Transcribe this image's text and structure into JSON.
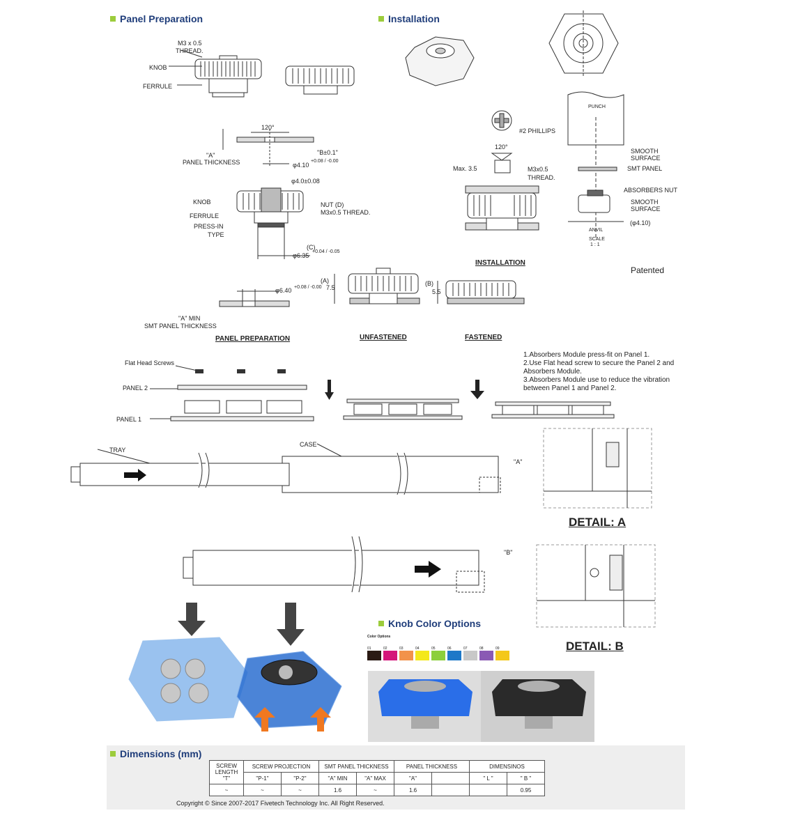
{
  "sections": {
    "panel_prep": "Panel Preparation",
    "installation": "Installation",
    "knob_colors": "Knob Color Options",
    "dimensions": "Dimensions (mm)"
  },
  "labels": {
    "m3_thread": "M3 x 0.5",
    "thread": "THREAD.",
    "knob": "KNOB",
    "ferrule": "FERRULE",
    "angle_120": "120°",
    "a_label": "\"A\"",
    "panel_thickness": "PANEL THICKNESS",
    "b_tol": "\"B±0.1\"",
    "phi410": "φ4.10",
    "phi410_tol": "+0.08 / -0.00",
    "phi40": "φ4.0±0.08",
    "nut_d": "NUT (D)",
    "m3_thread2": "M3x0.5 THREAD.",
    "press_in": "PRESS-IN",
    "type": "TYPE",
    "c_label": "(C)",
    "phi635": "φ6.35",
    "phi635_tol": "+0.04 / -0.05",
    "phi640": "φ6.40",
    "phi640_tol": "+0.08 / -0.00",
    "a_min": "\"A\" MIN",
    "smt_panel_thickness": "SMT PANEL THICKNESS",
    "panel_preparation": "PANEL PREPARATION",
    "unfastened": "UNFASTENED",
    "fastened": "FASTENED",
    "a_dim": "(A)",
    "a_val": "7.5",
    "b_dim": "(B)",
    "b_val": "5.5",
    "phillips": "#2 PHILLIPS",
    "max35": "Max. 3.5",
    "m3x05": "M3x0.5",
    "thread2": "THREAD.",
    "punch": "PUNCH",
    "smooth_surface": "SMOOTH",
    "surface": "SURFACE",
    "smt_panel": "SMT PANEL",
    "absorbers_nut": "ABSORBERS NUT",
    "smooth2": "SMOOTH",
    "surface2": "SURFACE",
    "phi410b": "(φ4.10)",
    "anvil": "ANVIL",
    "scale": "SCALE",
    "scale_val": "1 : 1",
    "installation_u": "INSTALLATION",
    "patented": "Patented",
    "flat_head": "Flat Head Screws",
    "panel2": "PANEL 2",
    "panel1": "PANEL 1",
    "tray": "TRAY",
    "case": "CASE",
    "a_callout": "\"A\"",
    "b_callout": "\"B\"",
    "detail_a": "DETAIL: A",
    "detail_b": "DETAIL: B",
    "color_options": "Color Options"
  },
  "notes": [
    "1.Absorbers Module press-fit on Panel 1.",
    "2.Use Flat head screw  to secure the Panel 2 and",
    "   Absorbers Module.",
    "3.Absorbers Module use to reduce the vibration",
    "   between Panel 1 and Panel 2."
  ],
  "swatches": [
    {
      "num": "01",
      "color": "#2a1a14"
    },
    {
      "num": "02",
      "color": "#d4157a"
    },
    {
      "num": "03",
      "color": "#f2924a"
    },
    {
      "num": "04",
      "color": "#f4e81a"
    },
    {
      "num": "05",
      "color": "#8ccf3c"
    },
    {
      "num": "06",
      "color": "#1e78c8"
    },
    {
      "num": "07",
      "color": "#c8c8c8"
    },
    {
      "num": "08",
      "color": "#8a5ab4"
    },
    {
      "num": "09",
      "color": "#f4c81a"
    }
  ],
  "table": {
    "h1": [
      "SCREW LENGTH \"T\"",
      "SCREW PROJECTION",
      "SMT PANEL THICKNESS",
      "PANEL THICKNESS",
      "DIMENSINOS"
    ],
    "h2": [
      "\"P-1\"",
      "\"P-2\"",
      "\"A\" MIN",
      "\"A\" MAX",
      "\"A\"",
      "",
      "\" L \"",
      "\" B \""
    ],
    "row": [
      "~",
      "~",
      "~",
      "1.6",
      "~",
      "1.6",
      "",
      "",
      "0.95"
    ]
  },
  "copyright": "Copyright © Since 2007-2017 Fivetech Technology Inc. All Right Reserved."
}
